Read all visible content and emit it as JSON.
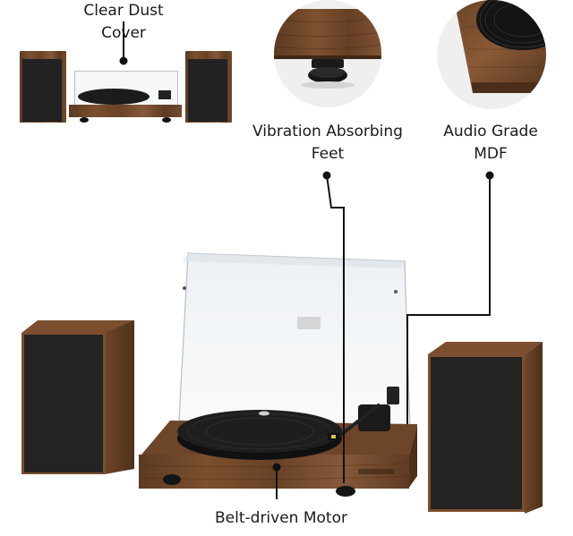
{
  "callouts": {
    "dust_cover": {
      "line1": "Clear Dust",
      "line2": "Cover"
    },
    "feet": {
      "line1": "Vibration Absorbing",
      "line2": "Feet"
    },
    "mdf": {
      "line1": "Audio Grade",
      "line2": "MDF"
    },
    "motor": {
      "line1": "Belt-driven Motor"
    }
  },
  "colors": {
    "background": "#ffffff",
    "wood": "#6a4326",
    "speaker_front": "#222222",
    "platter": "#1c1c1c",
    "label_text": "#1a1a1a",
    "leader_line": "#111111"
  },
  "icons": {
    "feet_detail": "turntable-foot-closeup-photo",
    "mdf_detail": "mdf-plinth-corner-closeup-photo"
  }
}
